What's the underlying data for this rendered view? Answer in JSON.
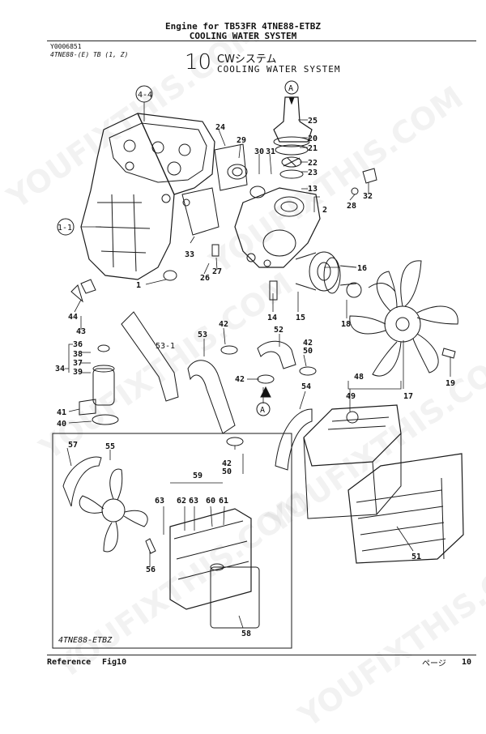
{
  "header": {
    "line1": "Engine for TB53FR  4TNE88-ETBZ",
    "line2": "COOLING WATER SYSTEM"
  },
  "doc": {
    "code": "Y0006851",
    "model": "4TNE88-(E) TB (1, Z)",
    "section_number": "10",
    "section_title_jp": "CWシステム",
    "section_title_en": "COOLING WATER SYSTEM"
  },
  "inset_caption": "4TNE88-ETBZ",
  "callouts": {
    "c4_4": "4-4",
    "c1_1": "1-1",
    "c1": "1",
    "c2": "2",
    "c13": "13",
    "c14": "14",
    "c15": "15",
    "c16": "16",
    "c17": "17",
    "c18": "18",
    "c19": "19",
    "c20": "20",
    "c21": "21",
    "c22": "22",
    "c23": "23",
    "c24": "24",
    "c25": "25",
    "c26": "26",
    "c27": "27",
    "c28": "28",
    "c29": "29",
    "c30": "30",
    "c31": "31",
    "c32": "32",
    "c33": "33",
    "c34": "34",
    "c36": "36",
    "c37": "37",
    "c38": "38",
    "c39": "39",
    "c40": "40",
    "c41": "41",
    "c42a": "42",
    "c42b": "42",
    "c42c": "42",
    "c42d": "42",
    "c43": "43",
    "c44": "44",
    "c48": "48",
    "c49": "49",
    "c50a": "50",
    "c50b": "50",
    "c51": "51",
    "c52": "52",
    "c53": "53",
    "c53_1": "53-1",
    "c54": "54",
    "c55": "55",
    "c56": "56",
    "c57": "57",
    "c58": "58",
    "c59": "59",
    "c60": "60",
    "c61": "61",
    "c62": "62",
    "c63a": "63",
    "c63b": "63",
    "cA1": "A",
    "cA2": "A"
  },
  "footer": {
    "reference": "Reference",
    "fig": "Fig10",
    "page_label": "ページ",
    "page_number": "10"
  },
  "watermark": "YOUFIXTHIS.COM"
}
